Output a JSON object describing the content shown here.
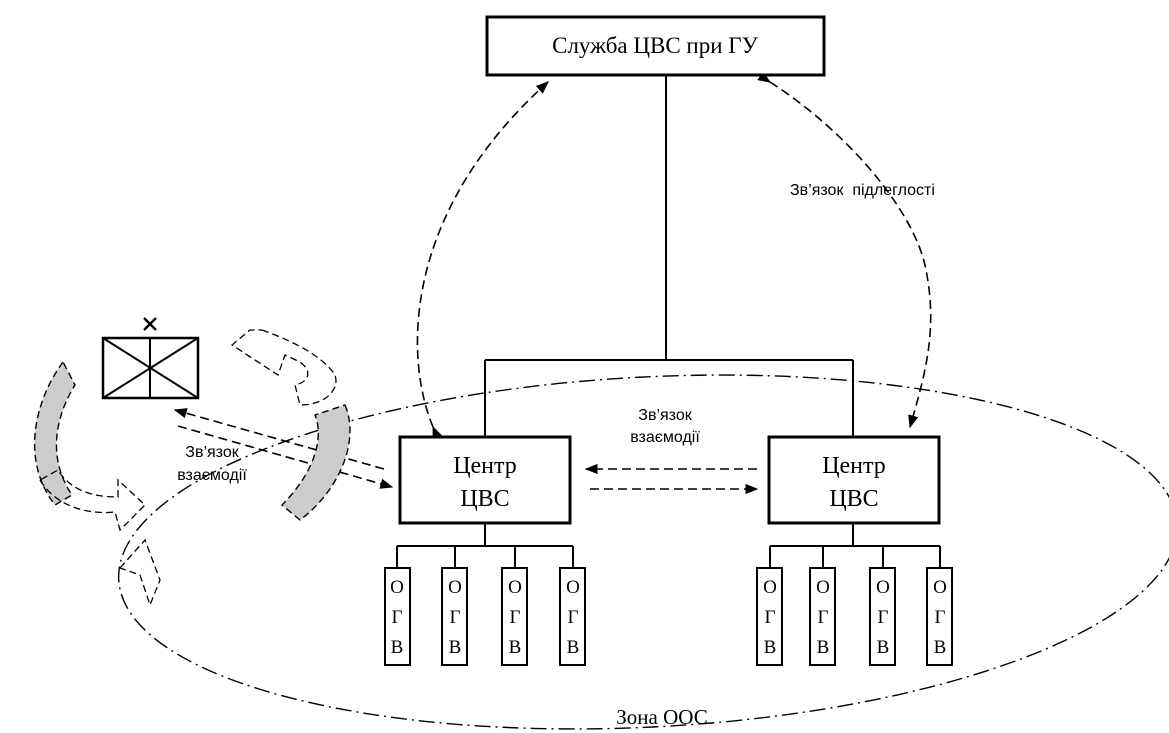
{
  "headquarters": {
    "label": "Служба ЦВС при ГУ"
  },
  "centers": [
    {
      "line1": "Центр",
      "line2": "ЦВС"
    },
    {
      "line1": "Центр",
      "line2": "ЦВС"
    }
  ],
  "ogv_units": {
    "left": [
      [
        "О",
        "Г",
        "В"
      ],
      [
        "О",
        "Г",
        "В"
      ],
      [
        "О",
        "Г",
        "В"
      ],
      [
        "О",
        "Г",
        "В"
      ]
    ],
    "right": [
      [
        "О",
        "Г",
        "В"
      ],
      [
        "О",
        "Г",
        "В"
      ],
      [
        "О",
        "Г",
        "В"
      ],
      [
        "О",
        "Г",
        "В"
      ]
    ]
  },
  "links": {
    "subordination": "Зв’язок  підлеглості",
    "interaction_center": {
      "line1": "Зв’язок",
      "line2": "взаємодії"
    },
    "interaction_left": {
      "line1": "Зв’язок",
      "line2": "взаємодії"
    }
  },
  "zone": {
    "label": "Зона ООС"
  },
  "colors": {
    "stroke": "#000000",
    "fill": "#ffffff",
    "arrow_shade": "#cccccc"
  },
  "icons": {
    "external_unit": "crossed-box-icon"
  }
}
